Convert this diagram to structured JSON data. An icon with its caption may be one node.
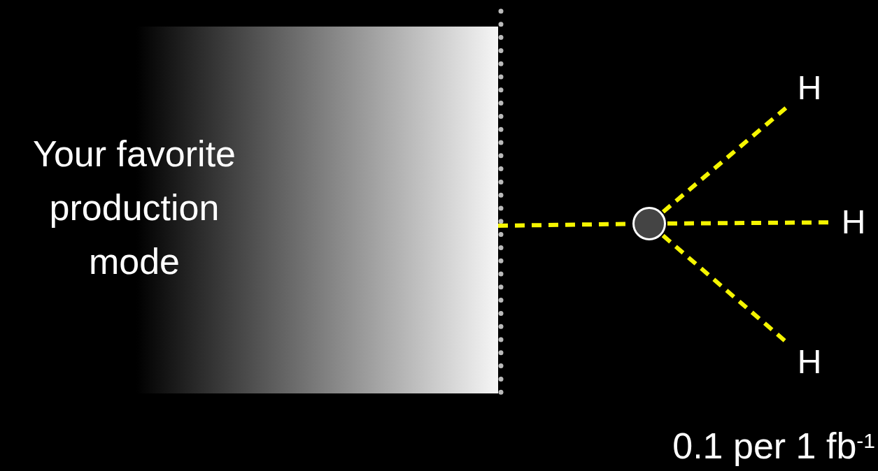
{
  "diagram": {
    "nodes": [
      {
        "text": [
          "Your favorite production mode"
        ]
      },
      {
        "text": [],
        "shape": "circle"
      },
      {
        "text": [
          "H"
        ]
      },
      {
        "text": [
          "H"
        ]
      },
      {
        "text": [
          "H"
        ]
      }
    ],
    "edges": [
      {
        "from": 0,
        "to": 1,
        "arrow": "none",
        "style": "dashed"
      },
      {
        "from": 1,
        "to": 2,
        "arrow": "none",
        "style": "dashed"
      },
      {
        "from": 1,
        "to": 3,
        "arrow": "none",
        "style": "dashed"
      },
      {
        "from": 1,
        "to": 4,
        "arrow": "none",
        "style": "dashed"
      }
    ],
    "labels": [
      "0.1 per 1 fb$^{-1}$"
    ]
  }
}
